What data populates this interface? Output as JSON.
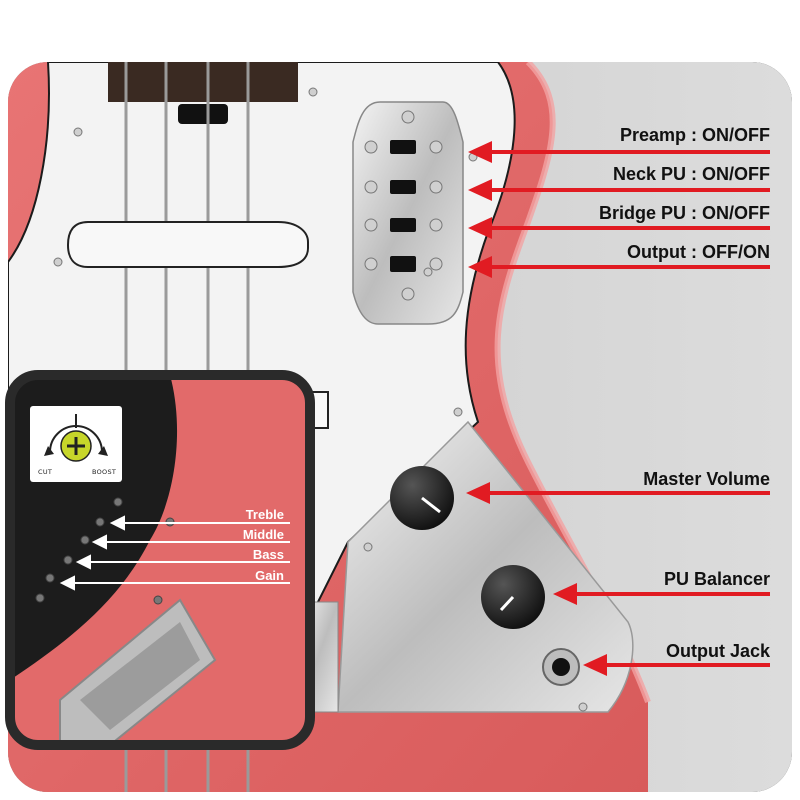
{
  "callouts": {
    "preamp": "Preamp : ON/OFF",
    "neck_pu": "Neck PU : ON/OFF",
    "bridge_pu": "Bridge PU : ON/OFF",
    "output": "Output : OFF/ON",
    "master_volume": "Master Volume",
    "pu_balancer": "PU Balancer",
    "output_jack": "Output Jack"
  },
  "inset": {
    "treble": "Treble",
    "middle": "Middle",
    "bass": "Bass",
    "gain": "Gain",
    "cut": "CUT",
    "boost": "BOOST"
  },
  "colors": {
    "body": "#e16767",
    "pickguard": "#f2f2f2",
    "arrow": "#e11b22",
    "background_panel": "#d6d6d6"
  }
}
